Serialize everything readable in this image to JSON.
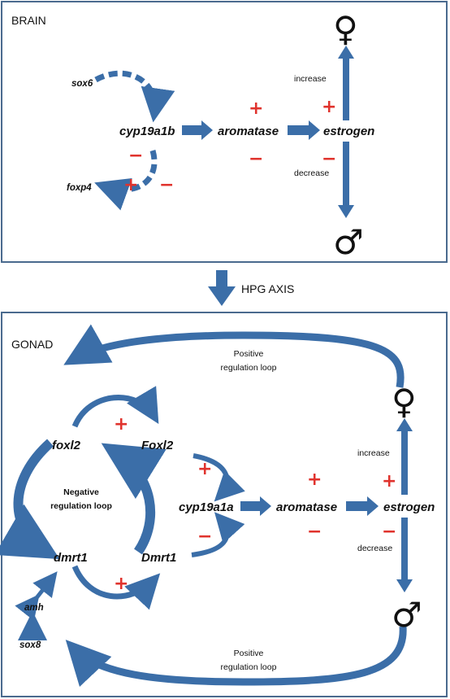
{
  "brain": {
    "title": "BRAIN",
    "genes": {
      "sox6": "sox6",
      "foxp4": "foxp4",
      "cyp": "cyp19a1b",
      "aromatase": "aromatase",
      "estrogen": "estrogen"
    },
    "increase": "increase",
    "decrease": "decrease",
    "plus": "+",
    "minus": "−",
    "female": "♀",
    "male": "♂"
  },
  "hpg": {
    "label": "HPG AXIS"
  },
  "gonad": {
    "title": "GONAD",
    "genes": {
      "foxl2": "foxl2",
      "Foxl2": "Foxl2",
      "dmrt1": "dmrt1",
      "Dmrt1": "Dmrt1",
      "amh": "amh",
      "sox8": "sox8",
      "cyp": "cyp19a1a",
      "aromatase": "aromatase",
      "estrogen": "estrogen"
    },
    "neg_loop": [
      "Negative",
      "regulation loop"
    ],
    "pos_loop_top": [
      "Positive",
      "regulation loop"
    ],
    "pos_loop_bottom": [
      "Positive",
      "regulation loop"
    ],
    "increase": "increase",
    "decrease": "decrease",
    "plus": "+",
    "minus": "−",
    "female": "♀",
    "male": "♂"
  },
  "colors": {
    "arrow": "#3b6ea8",
    "sign": "#e0332d",
    "border": "#4a6a8e"
  }
}
